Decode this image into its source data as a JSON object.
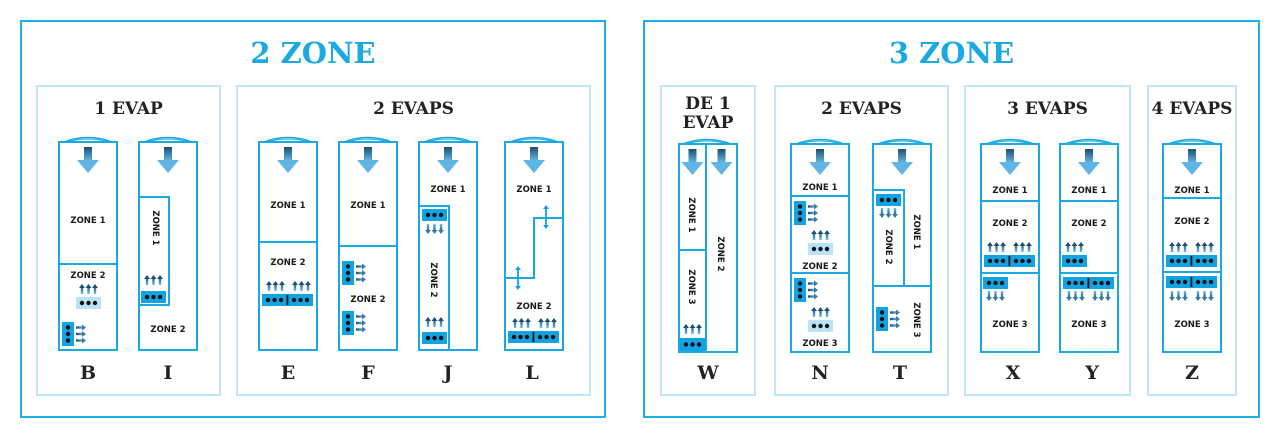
{
  "colors": {
    "frame": "#1bb0e8",
    "panel": "#bfe7f8",
    "title": "#1ba9e1",
    "wall": "#1ba9e1",
    "evap_active": "#12a3e3",
    "evap_light": "#b9e3f7",
    "arrow_dark": "#1d5f86",
    "arrow_light": "#6cc0ea"
  },
  "sections": [
    {
      "title": "2 ZONE",
      "groups": [
        {
          "title": "1 EVAP",
          "configs": [
            {
              "letter": "B",
              "zones": [
                "ZONE 1",
                "ZONE 2"
              ]
            },
            {
              "letter": "I",
              "zones": [
                "ZONE 1",
                "ZONE 2"
              ]
            }
          ]
        },
        {
          "title": "2 EVAPS",
          "configs": [
            {
              "letter": "E",
              "zones": [
                "ZONE 1",
                "ZONE 2"
              ]
            },
            {
              "letter": "F",
              "zones": [
                "ZONE 1",
                "ZONE 2"
              ]
            },
            {
              "letter": "J",
              "zones": [
                "ZONE 1",
                "ZONE 2"
              ]
            },
            {
              "letter": "L",
              "zones": [
                "ZONE 1",
                "ZONE 2"
              ]
            }
          ]
        }
      ]
    },
    {
      "title": "3 ZONE",
      "groups": [
        {
          "title_lines": [
            "DE 1",
            "EVAP"
          ],
          "configs": [
            {
              "letter": "W",
              "zones": [
                "ZONE 1",
                "ZONE 2",
                "ZONE 3"
              ]
            }
          ]
        },
        {
          "title": "2 EVAPS",
          "configs": [
            {
              "letter": "N",
              "zones": [
                "ZONE 1",
                "ZONE 2",
                "ZONE 3"
              ]
            },
            {
              "letter": "T",
              "zones": [
                "ZONE 1",
                "ZONE 2",
                "ZONE 3"
              ]
            }
          ]
        },
        {
          "title": "3 EVAPS",
          "configs": [
            {
              "letter": "X",
              "zones": [
                "ZONE 1",
                "ZONE 2",
                "ZONE 3"
              ]
            },
            {
              "letter": "Y",
              "zones": [
                "ZONE 1",
                "ZONE 2",
                "ZONE 3"
              ]
            }
          ]
        },
        {
          "title": "4 EVAPS",
          "configs": [
            {
              "letter": "Z",
              "zones": [
                "ZONE 1",
                "ZONE 2",
                "ZONE 3"
              ]
            }
          ]
        }
      ]
    }
  ]
}
